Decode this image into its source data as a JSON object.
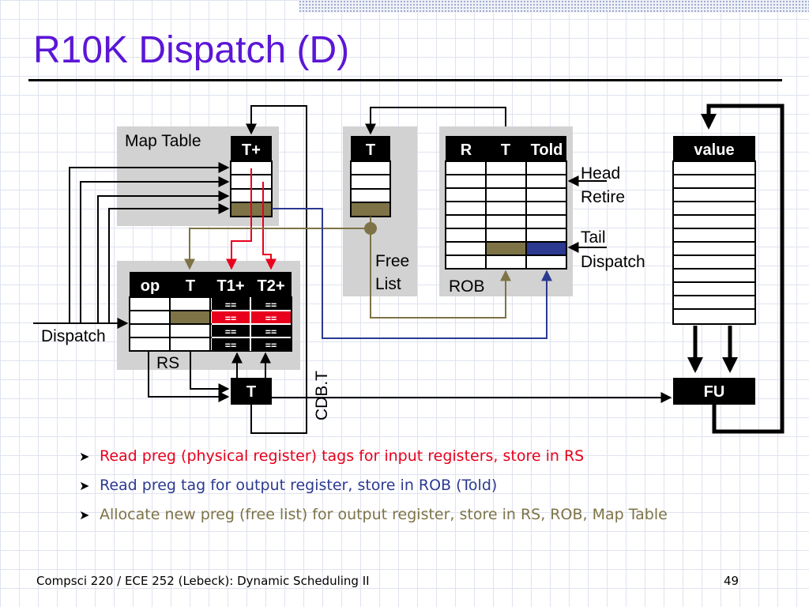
{
  "slide": {
    "title": "R10K Dispatch (D)",
    "page_number": "49",
    "footer": "Compsci 220 / ECE 252 (Lebeck): Dynamic Scheduling II"
  },
  "diagram": {
    "map_table": {
      "label": "Map Table",
      "header": "T+"
    },
    "free_list": {
      "header": "T",
      "label_line1": "Free",
      "label_line2": "List"
    },
    "rob": {
      "headers": [
        "R",
        "T",
        "Told"
      ],
      "label": "ROB",
      "head_line1": "Head",
      "head_line2": "Retire",
      "tail_line1": "Tail",
      "tail_line2": "Dispatch"
    },
    "regfile": {
      "header": "value"
    },
    "rs": {
      "headers": [
        "op",
        "T",
        "T1+",
        "T2+"
      ],
      "label": "RS",
      "dispatch_label": "Dispatch",
      "ready_mark": "=="
    },
    "fu": {
      "label": "FU"
    },
    "cdb": {
      "tag_box": "T",
      "label": "CDB.T"
    }
  },
  "bullets": [
    {
      "text": "Read preg (physical register) tags for input registers, store in RS",
      "color": "#e8001c"
    },
    {
      "text": "Read preg tag for output register, store in ROB (Told)",
      "color": "#2b3990"
    },
    {
      "text": "Allocate new preg (free list) for output register, store in RS, ROB, Map Table",
      "color": "#7d7346"
    }
  ],
  "colors": {
    "title": "#5b16d6",
    "panel": "#d2d2d2",
    "olive": "#7d7346",
    "navy": "#2b3990",
    "red": "#e8001c"
  }
}
